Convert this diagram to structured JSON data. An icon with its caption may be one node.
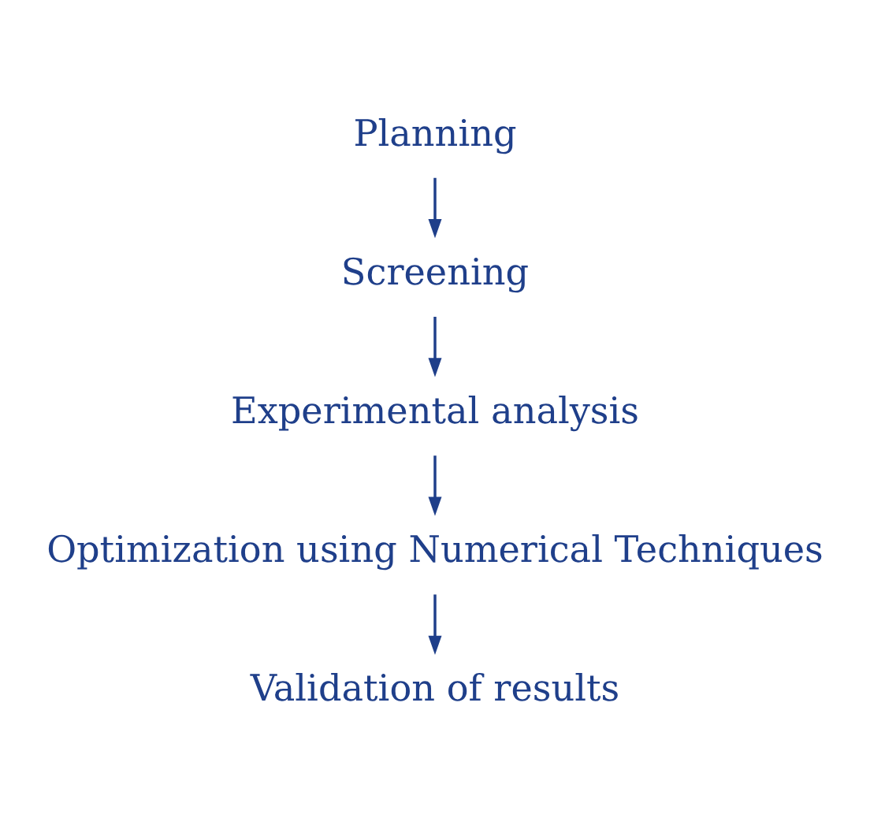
{
  "diagram": {
    "nodes": [
      {
        "text": [
          "Planning"
        ]
      },
      {
        "text": [
          "Screening"
        ]
      },
      {
        "text": [
          "Experimental analysis"
        ]
      },
      {
        "text": [
          "Optimization using Numerical Techniques"
        ]
      },
      {
        "text": [
          "Validation of results"
        ]
      }
    ],
    "edges": [
      {
        "from": 0,
        "to": 1,
        "arrow": "to"
      },
      {
        "from": 1,
        "to": 2,
        "arrow": "to"
      },
      {
        "from": 2,
        "to": 3,
        "arrow": "to"
      },
      {
        "from": 3,
        "to": 4,
        "arrow": "to"
      }
    ]
  }
}
